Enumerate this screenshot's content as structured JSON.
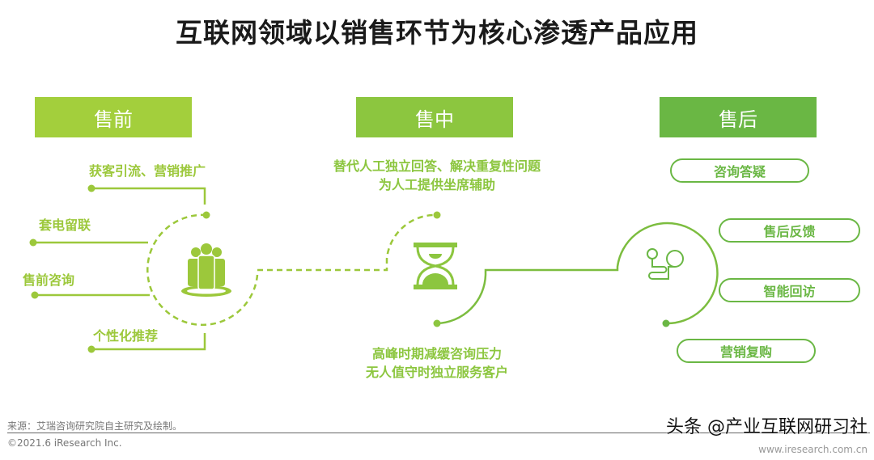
{
  "title": "互联网领域以销售环节为核心渗透产品应用",
  "stages": [
    {
      "label": "售前",
      "color": "#a3cf3c"
    },
    {
      "label": "售中",
      "color": "#8cc63f"
    },
    {
      "label": "售后",
      "color": "#6ab744"
    }
  ],
  "pre_sale": {
    "items": [
      "获客引流、营销推广",
      "套电留联",
      "售前咨询",
      "个性化推荐"
    ],
    "icon": "people-group-icon"
  },
  "in_sale": {
    "top_lines": [
      "替代人工独立回答、解决重复性问题",
      "为人工提供坐席辅助"
    ],
    "bottom_lines": [
      "高峰时期减缓咨询压力",
      "无人值守时独立服务客户"
    ],
    "icon": "hourglass-icon"
  },
  "after_sale": {
    "items": [
      "咨询答疑",
      "售后反馈",
      "智能回访",
      "营销复购"
    ],
    "icon": "circuit-icon"
  },
  "footer": {
    "source": "来源：艾瑞咨询研究院自主研究及绘制。",
    "copyright": "©2021.6 iResearch Inc.",
    "watermark": "头条 @产业互联网研习社",
    "url": "www.iresearch.com.cn"
  }
}
